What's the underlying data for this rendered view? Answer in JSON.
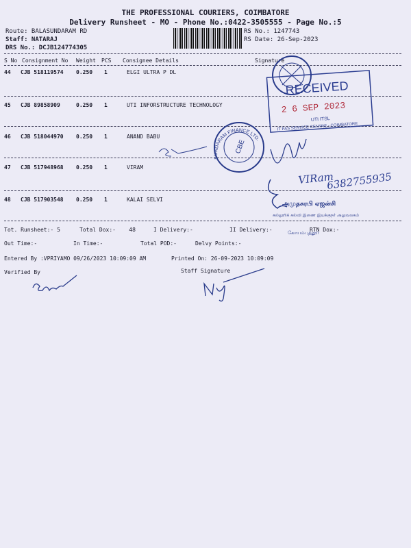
{
  "header": {
    "title": "THE PROFESSIONAL COURIERS, COIMBATORE",
    "subtitle": "Delivery Runsheet - MO - Phone No.:0422-3505555 - Page No.:5",
    "route": "Route: BALASUNDARAM RD",
    "staff": "Staff: NATARAJ",
    "drs": "DRS No.: DCJB124774305",
    "rs_no": "RS No.: 1247743",
    "rs_date": "RS Date: 26-Sep-2023"
  },
  "table": {
    "columns": [
      "S No",
      "Consignment No",
      "Weight",
      "PCS",
      "Consignee Details",
      "Signature"
    ],
    "rows": [
      {
        "sno": "44",
        "cons": "CJB 518119574",
        "weight": "0.250",
        "pcs": "1",
        "consignee": "ELGI ULTRA  P DL"
      },
      {
        "sno": "45",
        "cons": "CJB 89858909",
        "weight": "0.250",
        "pcs": "1",
        "consignee": "UTI INFORSTRUCTURE TECHNOLOGY"
      },
      {
        "sno": "46",
        "cons": "CJB 518044970",
        "weight": "0.250",
        "pcs": "1",
        "consignee": "ANAND BABU"
      },
      {
        "sno": "47",
        "cons": "CJB 517948968",
        "weight": "0.250",
        "pcs": "1",
        "consignee": "VIRAM"
      },
      {
        "sno": "48",
        "cons": "CJB 517903548",
        "weight": "0.250",
        "pcs": "1",
        "consignee": "KALAI SELVI"
      }
    ]
  },
  "stamps": {
    "received": "RECEIVED",
    "date": "2 6 SEP 2023",
    "uti_line1": "UTI ITSL",
    "uti_line2": "IT PAS SERVICE CENTRE - COIMBATORE",
    "sundaram": "SUNDARAM FINANCE LTD.",
    "cbe": "CBE",
    "handwritten_name": "VIRam",
    "handwritten_phone": "6382755935",
    "tamil_line1": "அமுதசுரபி ஏஜன்சி",
    "tamil_line2": "கல்லூரிக் கல்வி இணை இயக்குநர் அலுவலகம்",
    "tamil_line3": "கோயம்புத்தூர்"
  },
  "footer": {
    "tot_runsheet": "Tot. Runsheet:- 5",
    "total_dox": "Total Dox:-    48",
    "i_delivery": "I Delivery:-",
    "ii_delivery": "II Delivery:-",
    "rtn_dox": "RTN Dox:-",
    "out_time": "Out Time:-",
    "in_time": "In Time:-",
    "total_pod": "Total POD:-",
    "delvy_points": "Delvy Points:-",
    "entered_by": "Entered By :VPRIYAMO 09/26/2023 10:09:09 AM",
    "printed_on": "Printed On: 26-09-2023 10:09:09",
    "verified_by": "Verified By",
    "staff_signature": "Staff Signature"
  }
}
